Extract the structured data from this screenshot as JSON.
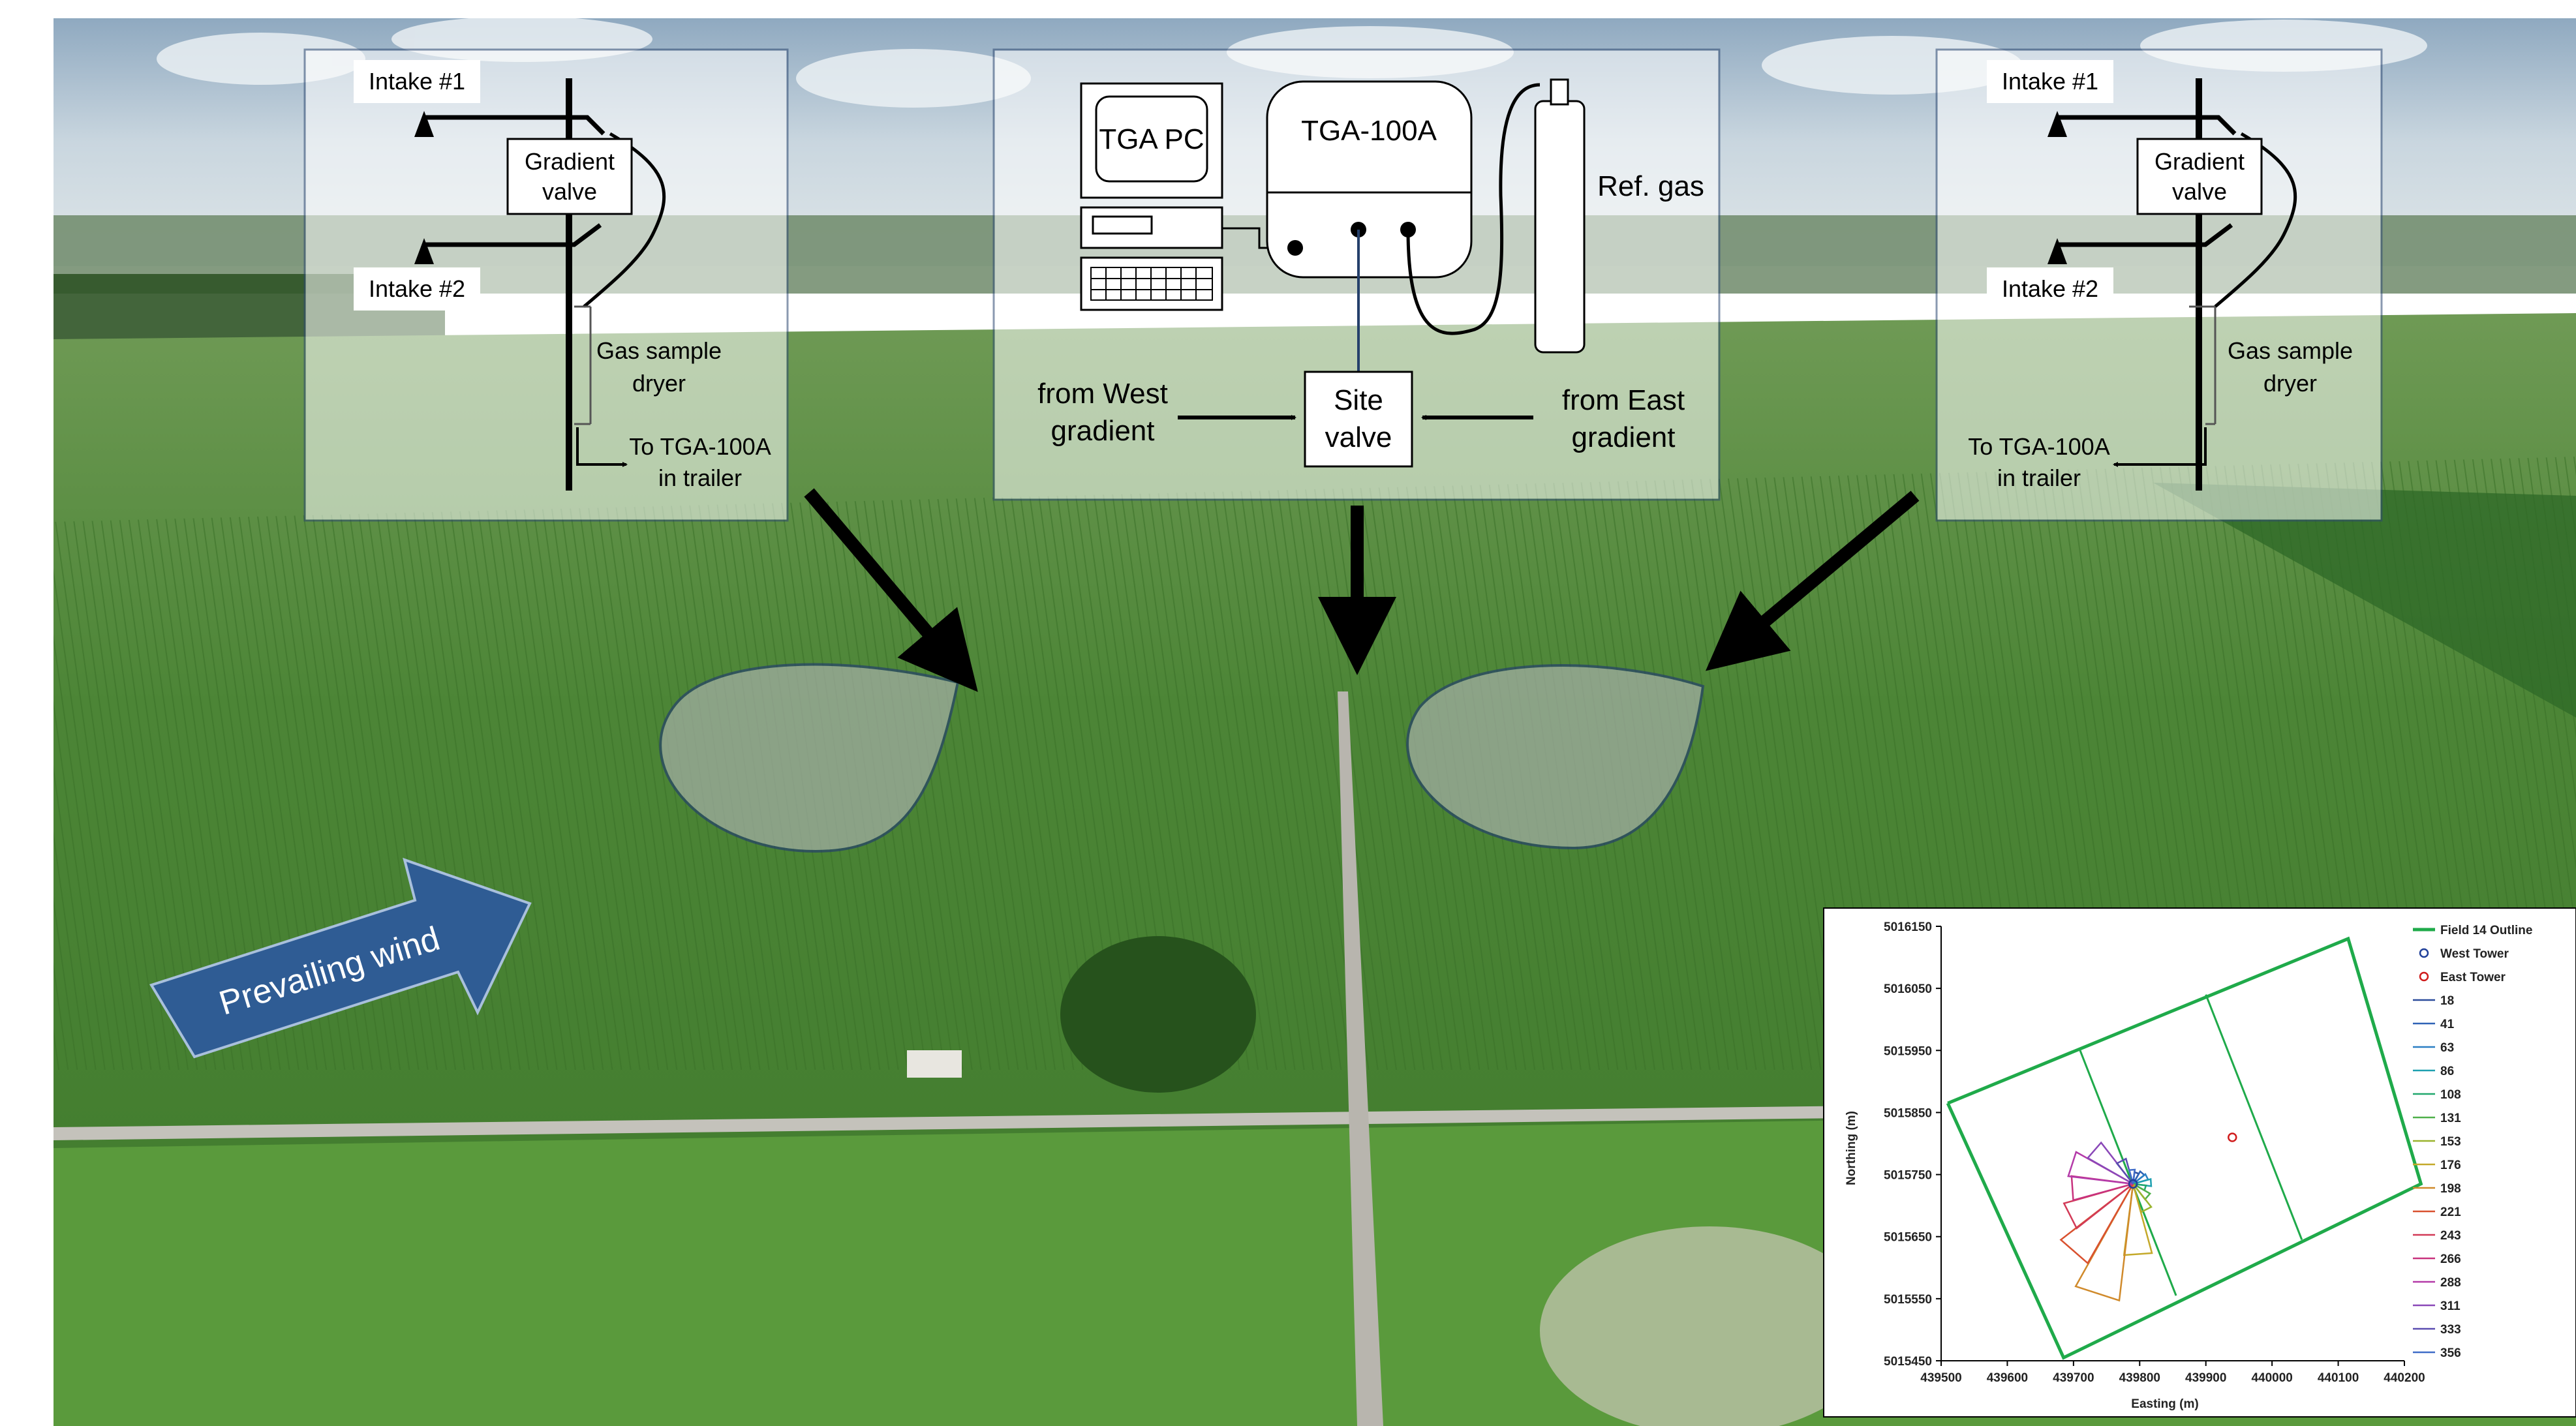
{
  "west_gradient": {
    "intake1": "Intake #1",
    "intake2": "Intake #2",
    "valve_line1": "Gradient",
    "valve_line2": "valve",
    "dryer_line1": "Gas sample",
    "dryer_line2": "dryer",
    "to_line1": "To TGA-100A",
    "to_line2": "in trailer"
  },
  "east_gradient": {
    "intake1": "Intake #1",
    "intake2": "Intake #2",
    "valve_line1": "Gradient",
    "valve_line2": "valve",
    "dryer_line1": "Gas sample",
    "dryer_line2": "dryer",
    "to_line1": "To TGA-100A",
    "to_line2": "in trailer"
  },
  "trailer": {
    "pc": "TGA PC",
    "analyzer": "TGA-100A",
    "ref_gas": "Ref. gas",
    "site_valve_line1": "Site",
    "site_valve_line2": "valve",
    "from_west_line1": "from West",
    "from_west_line2": "gradient",
    "from_east_line1": "from East",
    "from_east_line2": "gradient"
  },
  "wind_label": "Prevailing wind",
  "colors": {
    "sky": "#b7c9d6",
    "field": "#4f8a36",
    "panel_bg": "#ffffff",
    "outline_green": "#1faa4a",
    "wind_arrow": "#2f5c94",
    "footprint": "#9aa6a0"
  },
  "chart_data": {
    "type": "line",
    "xlabel": "Easting (m)",
    "ylabel": "Northing (m)",
    "xlim": [
      439500,
      440200
    ],
    "ylim": [
      5015450,
      5016150
    ],
    "x_ticks": [
      "439500",
      "439600",
      "439700",
      "439800",
      "439900",
      "440000",
      "440100",
      "440200"
    ],
    "y_ticks": [
      "5015450",
      "5015550",
      "5015650",
      "5015750",
      "5015850",
      "5015950",
      "5016050",
      "5016150"
    ],
    "field_outline": {
      "name": "Field 14 Outline",
      "color": "#1faa4a",
      "points": [
        [
          439510,
          5015865
        ],
        [
          440115,
          5016130
        ],
        [
          440225,
          5015735
        ],
        [
          439685,
          5015455
        ],
        [
          439510,
          5015865
        ]
      ]
    },
    "interior_lines": [
      [
        [
          439710,
          5015950
        ],
        [
          439855,
          5015555
        ]
      ],
      [
        [
          439900,
          5016040
        ],
        [
          440045,
          5015645
        ]
      ]
    ],
    "west_tower": {
      "name": "West Tower",
      "x": 439790,
      "y": 5015735,
      "color": "#1f3f99"
    },
    "east_tower": {
      "name": "East Tower",
      "x": 439940,
      "y": 5015810,
      "color": "#d01c1c"
    },
    "wind_sectors": [
      {
        "name": "18",
        "dir": 18,
        "len": 18,
        "color": "#2b4c9b"
      },
      {
        "name": "41",
        "dir": 41,
        "len": 22,
        "color": "#2f63b6"
      },
      {
        "name": "63",
        "dir": 63,
        "len": 24,
        "color": "#2a7fc4"
      },
      {
        "name": "86",
        "dir": 86,
        "len": 28,
        "color": "#1ea0b0"
      },
      {
        "name": "108",
        "dir": 108,
        "len": 20,
        "color": "#21a86e"
      },
      {
        "name": "131",
        "dir": 131,
        "len": 30,
        "color": "#4fb04a"
      },
      {
        "name": "153",
        "dir": 153,
        "len": 45,
        "color": "#9ab42e"
      },
      {
        "name": "176",
        "dir": 176,
        "len": 110,
        "color": "#c4a92a"
      },
      {
        "name": "198",
        "dir": 198,
        "len": 180,
        "color": "#d08a2b"
      },
      {
        "name": "221",
        "dir": 221,
        "len": 140,
        "color": "#d9512f"
      },
      {
        "name": "243",
        "dir": 243,
        "len": 110,
        "color": "#d23a57"
      },
      {
        "name": "266",
        "dir": 266,
        "len": 95,
        "color": "#c8327e"
      },
      {
        "name": "288",
        "dir": 288,
        "len": 100,
        "color": "#b43aa8"
      },
      {
        "name": "311",
        "dir": 311,
        "len": 80,
        "color": "#8a48b8"
      },
      {
        "name": "333",
        "dir": 333,
        "len": 40,
        "color": "#5a4cb0"
      },
      {
        "name": "356",
        "dir": 356,
        "len": 22,
        "color": "#3f6cc8"
      }
    ]
  }
}
